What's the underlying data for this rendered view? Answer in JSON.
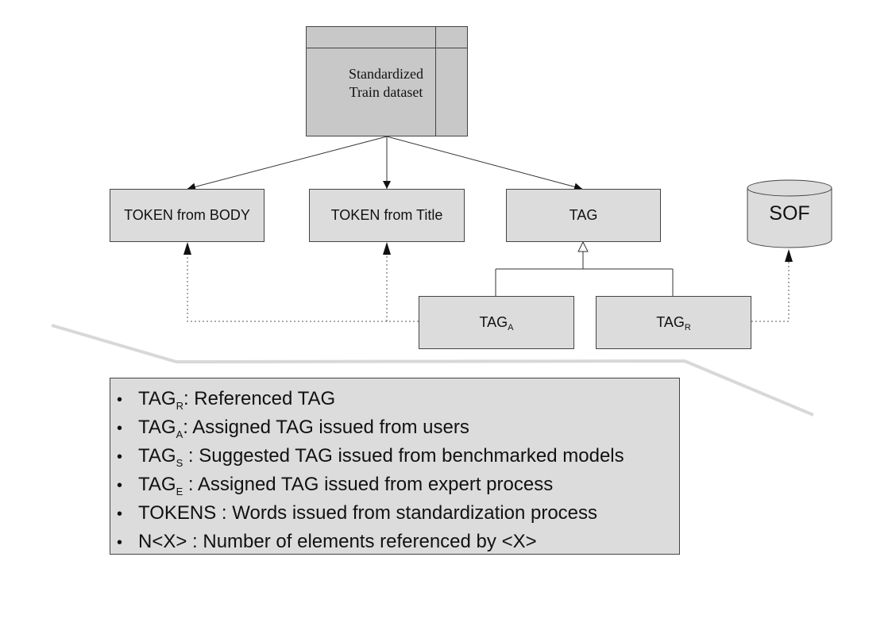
{
  "dataset": {
    "line1": "Standardized",
    "line2": "Train dataset"
  },
  "boxes": {
    "token_body": "TOKEN from BODY",
    "token_title": "TOKEN from Title",
    "tag": "TAG",
    "tag_a": {
      "base": "TAG",
      "sub": "A"
    },
    "tag_r": {
      "base": "TAG",
      "sub": "R"
    }
  },
  "database": {
    "label": "SOF"
  },
  "legend": {
    "items": [
      {
        "base": "TAG",
        "sub": "R",
        "text": ": Referenced TAG"
      },
      {
        "base": "TAG",
        "sub": "A",
        "text": ": Assigned TAG issued from users"
      },
      {
        "base": "TAG",
        "sub": "S",
        "text": " : Suggested TAG issued from benchmarked models"
      },
      {
        "base": "TAG",
        "sub": "E",
        "text": " : Assigned TAG issued from expert process"
      },
      {
        "base": "TOKENS",
        "sub": "",
        "text": " : Words issued from standardization process"
      },
      {
        "base": "N<X>",
        "sub": "",
        "text": " : Number of elements referenced by <X>"
      }
    ]
  },
  "colors": {
    "box_fill": "#dcdcdc",
    "dataset_fill": "#c8c8c8",
    "stroke": "#444444",
    "separator": "#d8d8d8"
  }
}
